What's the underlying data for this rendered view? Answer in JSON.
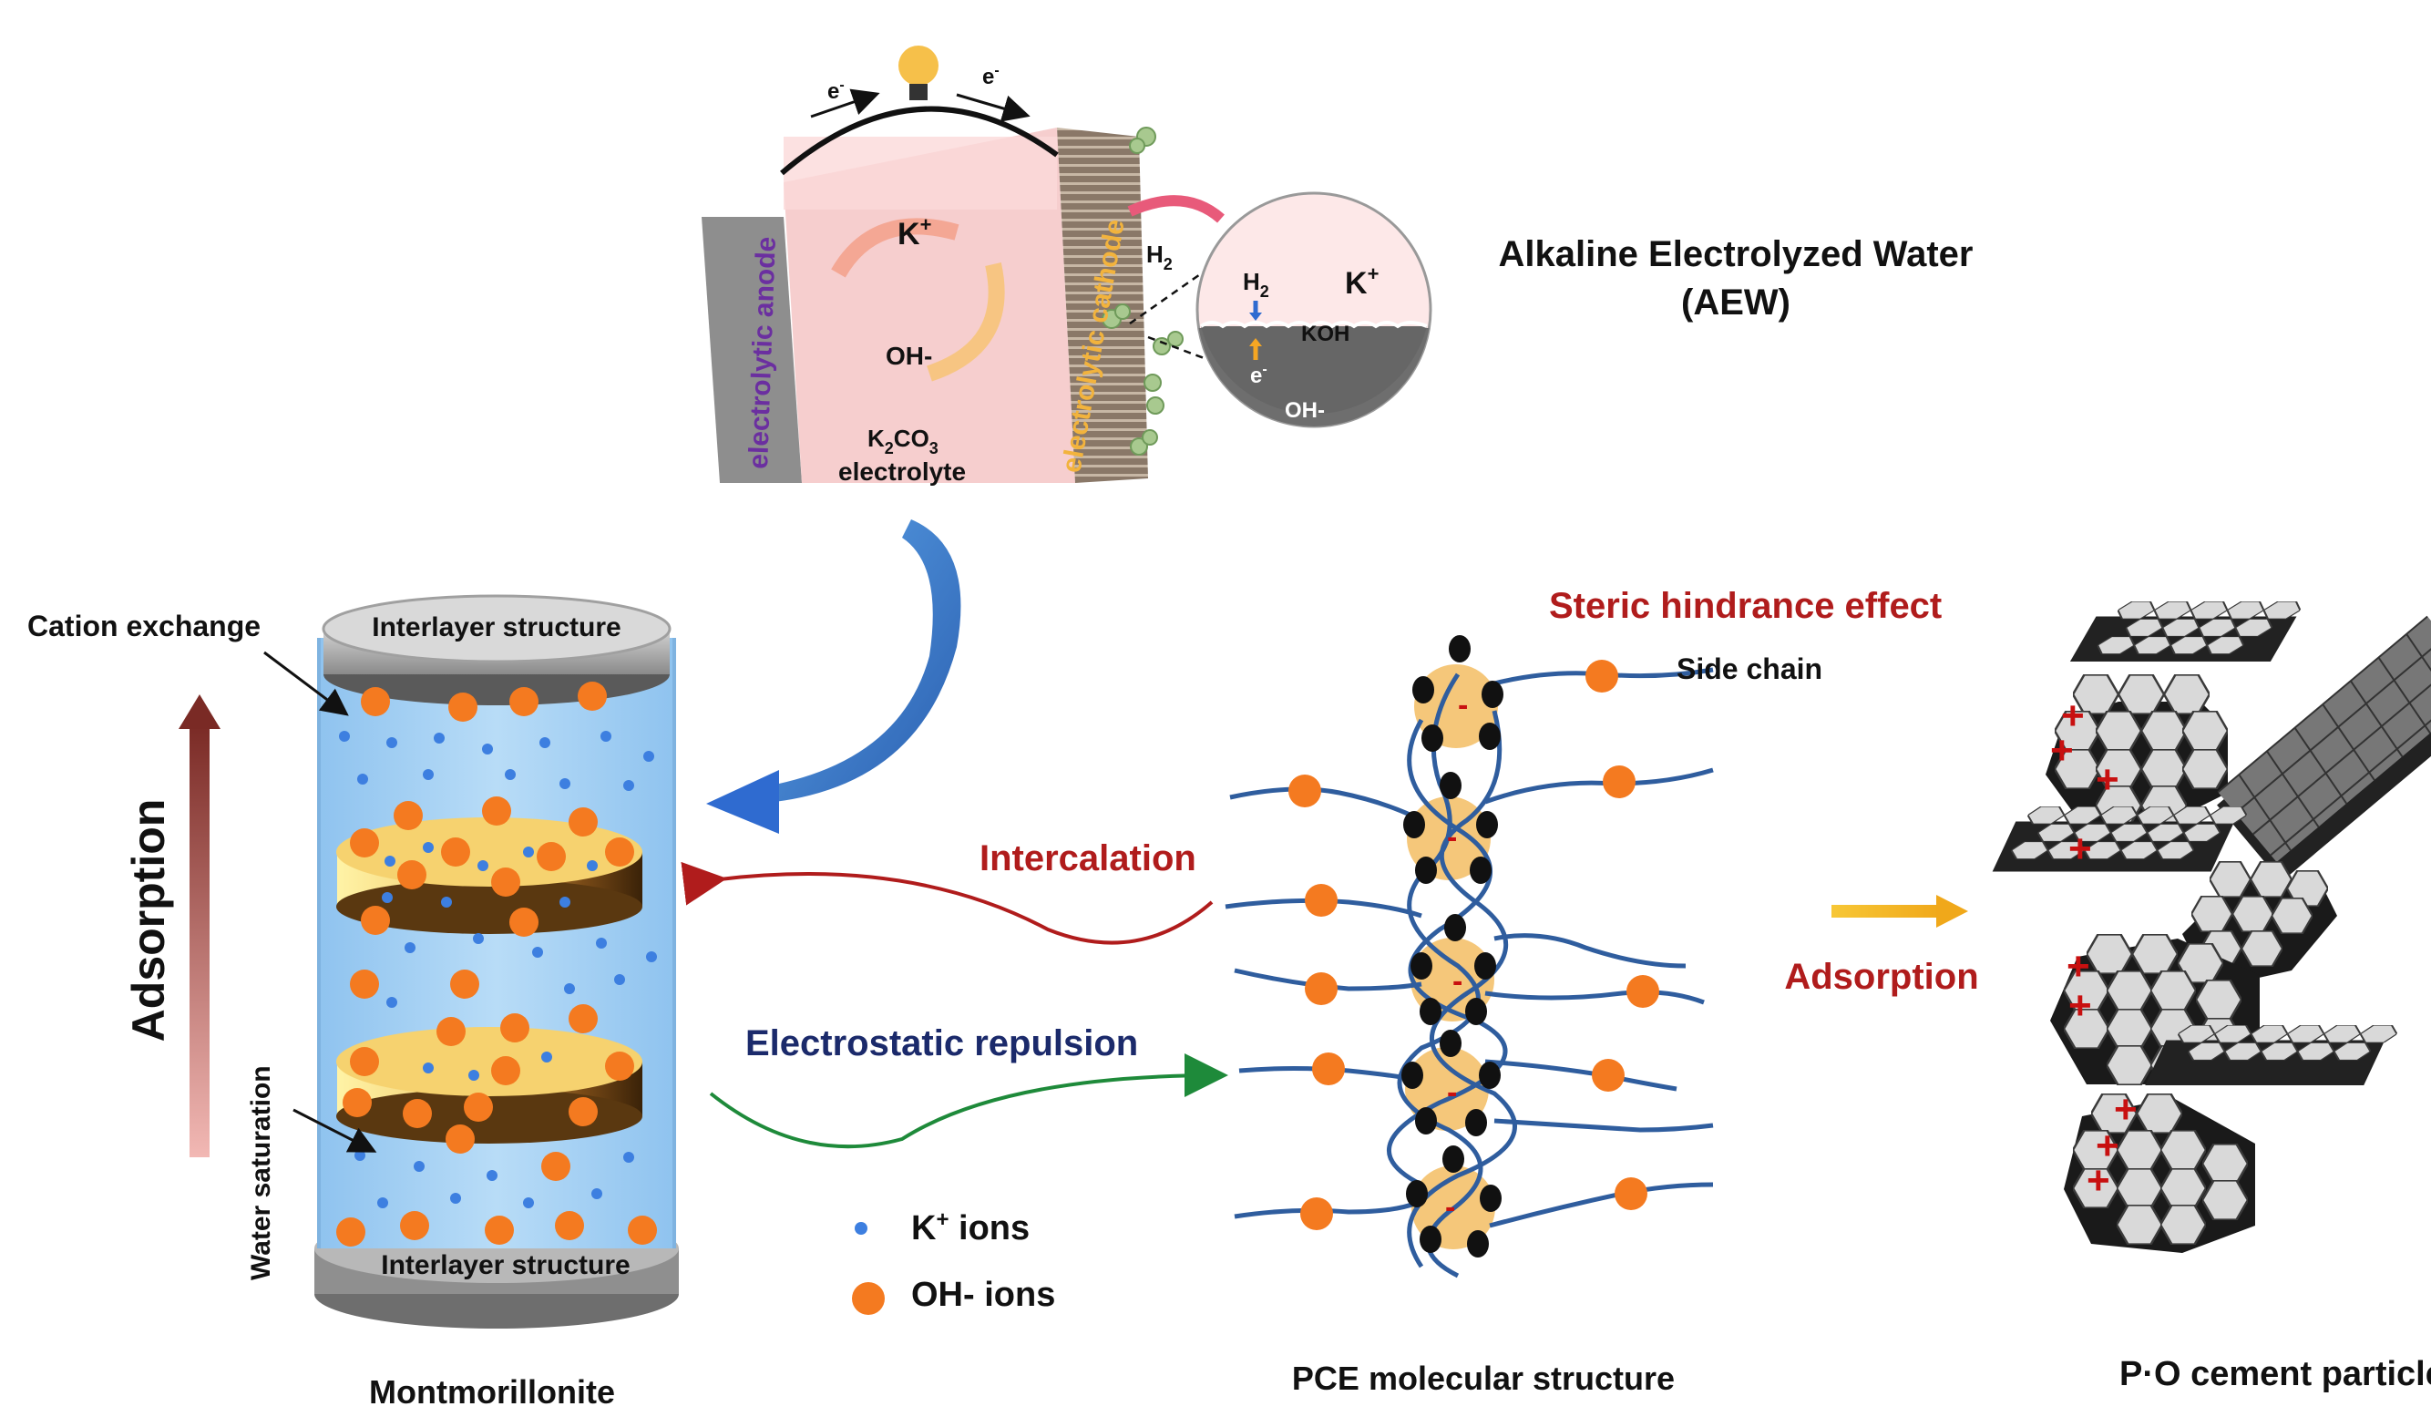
{
  "aew": {
    "title_line1": "Alkaline Electrolyzed Water",
    "title_line2": "(AEW)",
    "anode_label": "electrolytic anode",
    "cathode_label": "electrolytic cathode",
    "electron_left": "e",
    "electron_right": "e",
    "electron_sup": "-",
    "k_ion": "K",
    "k_sup": "+",
    "oh_ion": "OH-",
    "electrolyte_formula_a": "K",
    "electrolyte_formula_sub1": "2",
    "electrolyte_formula_b": "CO",
    "electrolyte_formula_sub2": "3",
    "electrolyte_word": "electrolyte",
    "h2_main": "H",
    "h2_sub": "2",
    "zoom_h2": "H",
    "zoom_h2_sub": "2",
    "zoom_k": "K",
    "zoom_k_sup": "+",
    "zoom_koh": "KOH",
    "zoom_e": "e",
    "zoom_e_sup": "-",
    "zoom_oh": "OH-"
  },
  "montmorillonite": {
    "cation_exchange": "Cation  exchange",
    "interlayer_top": "Interlayer structure",
    "interlayer_bottom": "Interlayer structure",
    "adsorption_vertical": "Adsorption",
    "water_saturation": "Water saturation",
    "caption": "Montmorillonite"
  },
  "interactions": {
    "intercalation": "Intercalation",
    "electrostatic_repulsion": "Electrostatic repulsion"
  },
  "legend": {
    "k_label": "K",
    "k_sup": "+",
    "k_suffix": " ions",
    "oh_label": "OH- ions"
  },
  "pce": {
    "steric": "Steric hindrance effect",
    "side_chain": "Side chain",
    "charge": "-",
    "caption": "PCE molecular structure"
  },
  "cement": {
    "adsorption": "Adsorption",
    "charge": "+",
    "caption": "P·O cement particles"
  },
  "colors": {
    "dark_red": "#b01c1c",
    "navy": "#1b2a6b",
    "orange_ion": "#f47a20",
    "blue_ion": "#3d7fe0",
    "purple": "#6b2fa0",
    "yellow_label": "#f2b33d",
    "chain_blue": "#2f5d9e"
  }
}
